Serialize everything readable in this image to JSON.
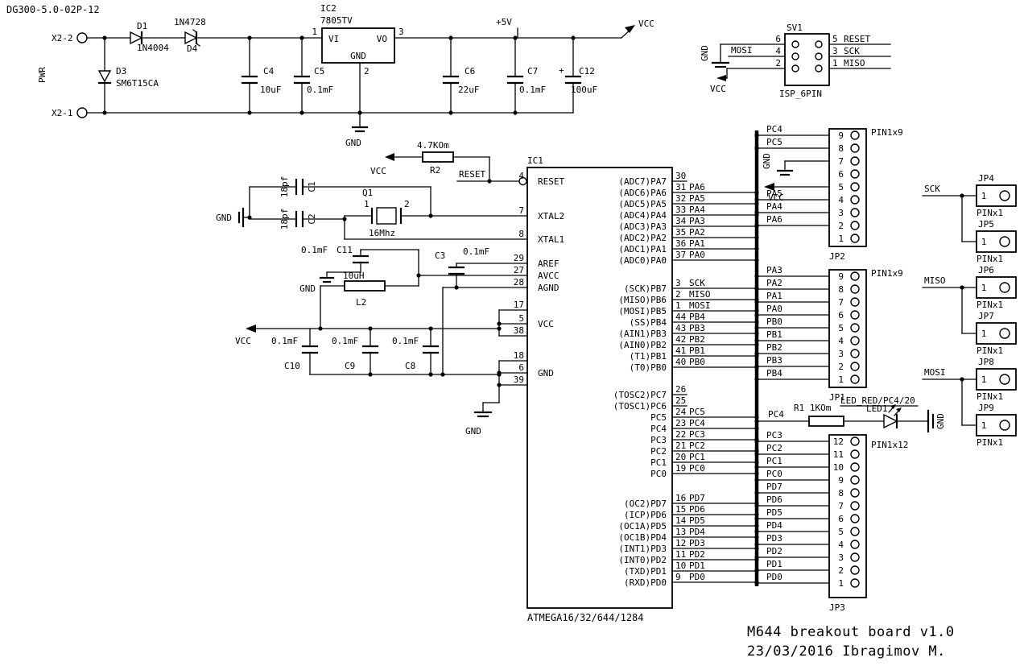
{
  "doc": {
    "code": "DG300-5.0-02P-12",
    "title": "M644 breakout board v1.0",
    "date_author": "23/03/2016 Ibragimov M."
  },
  "colors": {
    "wire": "#000000",
    "background": "#ffffff"
  },
  "power": {
    "x2_2": "X2-2",
    "x2_1": "X2-1",
    "pwr": "PWR",
    "d1_name": "D1",
    "d1_value": "1N4004",
    "d4_name": "D4",
    "d4_value": "1N4728",
    "d3_name": "D3",
    "d3_value": "SM6T15CA",
    "ic2_name": "IC2",
    "ic2_value": "7805TV",
    "ic2_vi": "VI",
    "ic2_vo": "VO",
    "ic2_gnd": "GND",
    "ic2_pin1": "1",
    "ic2_pin2": "2",
    "ic2_pin3": "3",
    "c4_name": "C4",
    "c4_value": "10uF",
    "c5_name": "C5",
    "c5_value": "0.1mF",
    "c6_name": "C6",
    "c6_value": "22uF",
    "c7_name": "C7",
    "c7_value": "0.1mF",
    "c12_name": "C12",
    "c12_value": "100uF",
    "c12_plus": "+",
    "plus5v": "+5V",
    "vcc": "VCC",
    "gnd": "GND"
  },
  "isp": {
    "ref": "SV1",
    "value": "ISP_6PIN",
    "left": [
      {
        "pin": "6",
        "net": "GND"
      },
      {
        "pin": "4",
        "net": "MOSI"
      },
      {
        "pin": "2",
        "net": "VCC"
      }
    ],
    "right": [
      {
        "pin": "5",
        "net": "RESET"
      },
      {
        "pin": "3",
        "net": "SCK"
      },
      {
        "pin": "1",
        "net": "MISO"
      }
    ]
  },
  "reset": {
    "vcc": "VCC",
    "r2_value": "4.7KOm",
    "r2_name": "R2",
    "net": "RESET"
  },
  "xtal": {
    "gnd": "GND",
    "q1_name": "Q1",
    "q1_value": "16Mhz",
    "pin1": "1",
    "pin2": "2",
    "c1_name": "C1",
    "c1_value": "18pf",
    "c2_name": "C2",
    "c2_value": "18pf"
  },
  "analog": {
    "c3_name": "C3",
    "c3_value": "0.1mF",
    "c11_name": "C11",
    "c11_value": "0.1mF",
    "l2_name": "L2",
    "l2_value": "10uH",
    "gnd": "GND"
  },
  "decoupling": {
    "vcc": "VCC",
    "gnd": "GND",
    "caps": [
      {
        "name": "C10",
        "value": "0.1mF"
      },
      {
        "name": "C9",
        "value": "0.1mF"
      },
      {
        "name": "C8",
        "value": "0.1mF"
      }
    ]
  },
  "ic1": {
    "ref": "IC1",
    "value": "ATMEGA16/32/644/1284",
    "left_pins": [
      {
        "num": "4",
        "label": "RESET"
      },
      {
        "num": "7",
        "label": "XTAL2"
      },
      {
        "num": "8",
        "label": "XTAL1"
      },
      {
        "num": "29",
        "label": "AREF"
      },
      {
        "num": "27",
        "label": "AVCC"
      },
      {
        "num": "28",
        "label": "AGND"
      },
      {
        "num": "17",
        "label": ""
      },
      {
        "num": "5",
        "label": "VCC"
      },
      {
        "num": "38",
        "label": ""
      },
      {
        "num": "18",
        "label": ""
      },
      {
        "num": "6",
        "label": "GND"
      },
      {
        "num": "39",
        "label": ""
      }
    ],
    "port_a": [
      {
        "label": "(ADC7)PA7",
        "num": "30",
        "net": ""
      },
      {
        "label": "(ADC6)PA6",
        "num": "31",
        "net": "PA6"
      },
      {
        "label": "(ADC5)PA5",
        "num": "32",
        "net": "PA5"
      },
      {
        "label": "(ADC4)PA4",
        "num": "33",
        "net": "PA4"
      },
      {
        "label": "(ADC3)PA3",
        "num": "34",
        "net": "PA3"
      },
      {
        "label": "(ADC2)PA2",
        "num": "35",
        "net": "PA2"
      },
      {
        "label": "(ADC1)PA1",
        "num": "36",
        "net": "PA1"
      },
      {
        "label": "(ADC0)PA0",
        "num": "37",
        "net": "PA0"
      }
    ],
    "port_b": [
      {
        "label": "(SCK)PB7",
        "num": "3",
        "net": "SCK"
      },
      {
        "label": "(MISO)PB6",
        "num": "2",
        "net": "MISO"
      },
      {
        "label": "(MOSI)PB5",
        "num": "1",
        "net": "MOSI"
      },
      {
        "label": "(SS)PB4",
        "num": "44",
        "net": "PB4"
      },
      {
        "label": "(AIN1)PB3",
        "num": "43",
        "net": "PB3"
      },
      {
        "label": "(AIN0)PB2",
        "num": "42",
        "net": "PB2"
      },
      {
        "label": "(T1)PB1",
        "num": "41",
        "net": "PB1"
      },
      {
        "label": "(T0)PB0",
        "num": "40",
        "net": "PB0"
      }
    ],
    "port_c": [
      {
        "label": "(TOSC2)PC7",
        "num": "26",
        "net": ""
      },
      {
        "label": "(TOSC1)PC6",
        "num": "25",
        "net": ""
      },
      {
        "label": "PC5",
        "num": "24",
        "net": "PC5"
      },
      {
        "label": "PC4",
        "num": "23",
        "net": "PC4"
      },
      {
        "label": "PC3",
        "num": "22",
        "net": "PC3"
      },
      {
        "label": "PC2",
        "num": "21",
        "net": "PC2"
      },
      {
        "label": "PC1",
        "num": "20",
        "net": "PC1"
      },
      {
        "label": "PC0",
        "num": "19",
        "net": "PC0"
      }
    ],
    "port_d": [
      {
        "label": "(OC2)PD7",
        "num": "16",
        "net": "PD7"
      },
      {
        "label": "(ICP)PD6",
        "num": "15",
        "net": "PD6"
      },
      {
        "label": "(OC1A)PD5",
        "num": "14",
        "net": "PD5"
      },
      {
        "label": "(OC1B)PD4",
        "num": "13",
        "net": "PD4"
      },
      {
        "label": "(INT1)PD3",
        "num": "12",
        "net": "PD3"
      },
      {
        "label": "(INT0)PD2",
        "num": "11",
        "net": "PD2"
      },
      {
        "label": "(TXD)PD1",
        "num": "10",
        "net": "PD1"
      },
      {
        "label": "(RXD)PD0",
        "num": "9",
        "net": "PD0"
      }
    ]
  },
  "headers": {
    "jp2": {
      "ref": "JP2",
      "value": "PIN1x9",
      "gnd": "GND",
      "vcc": "VCC",
      "rows": [
        {
          "pin": "9",
          "net": "PC4"
        },
        {
          "pin": "8",
          "net": "PC5"
        },
        {
          "pin": "7",
          "net": ""
        },
        {
          "pin": "6",
          "net": ""
        },
        {
          "pin": "5",
          "net": ""
        },
        {
          "pin": "4",
          "net": "PA5"
        },
        {
          "pin": "3",
          "net": "PA4"
        },
        {
          "pin": "2",
          "net": "PA6"
        },
        {
          "pin": "1",
          "net": ""
        }
      ]
    },
    "jp1": {
      "ref": "JP1",
      "value": "PIN1x9",
      "rows": [
        {
          "pin": "9",
          "net": "PA3"
        },
        {
          "pin": "8",
          "net": "PA2"
        },
        {
          "pin": "7",
          "net": "PA1"
        },
        {
          "pin": "6",
          "net": "PA0"
        },
        {
          "pin": "5",
          "net": "PB0"
        },
        {
          "pin": "4",
          "net": "PB1"
        },
        {
          "pin": "3",
          "net": "PB2"
        },
        {
          "pin": "2",
          "net": "PB3"
        },
        {
          "pin": "1",
          "net": "PB4"
        }
      ]
    },
    "jp3": {
      "ref": "JP3",
      "value": "PIN1x12",
      "rows": [
        {
          "pin": "12",
          "net": "PC3"
        },
        {
          "pin": "11",
          "net": "PC2"
        },
        {
          "pin": "10",
          "net": "PC1"
        },
        {
          "pin": "9",
          "net": "PC0"
        },
        {
          "pin": "8",
          "net": "PD7"
        },
        {
          "pin": "7",
          "net": "PD6"
        },
        {
          "pin": "6",
          "net": "PD5"
        },
        {
          "pin": "5",
          "net": "PD4"
        },
        {
          "pin": "4",
          "net": "PD3"
        },
        {
          "pin": "3",
          "net": "PD2"
        },
        {
          "pin": "2",
          "net": "PD1"
        },
        {
          "pin": "1",
          "net": "PD0"
        }
      ]
    }
  },
  "led": {
    "net": "PC4",
    "r1": "R1 1KOm",
    "led1": "LED1",
    "label": "LED_RED/PC4/20",
    "gnd": "GND"
  },
  "jumpers": {
    "items": [
      {
        "ref": "JP4",
        "pin": "1",
        "value": "PINx1",
        "net": "SCK"
      },
      {
        "ref": "JP5",
        "pin": "1",
        "value": "PINx1",
        "net": ""
      },
      {
        "ref": "JP6",
        "pin": "1",
        "value": "PINx1",
        "net": "MISO"
      },
      {
        "ref": "JP7",
        "pin": "1",
        "value": "PINx1",
        "net": ""
      },
      {
        "ref": "JP8",
        "pin": "1",
        "value": "PINx1",
        "net": "MOSI"
      },
      {
        "ref": "JP9",
        "pin": "1",
        "value": "PINx1",
        "net": ""
      }
    ]
  }
}
